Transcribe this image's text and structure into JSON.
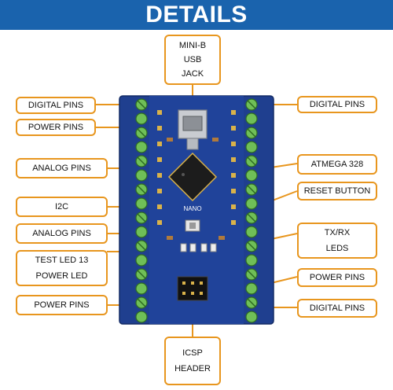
{
  "header": {
    "title": "DETAILS"
  },
  "colors": {
    "header_bg": "#1a63ad",
    "callout_border": "#e8961e",
    "board": "#1f3f8f",
    "terminal": "#4c9a3a"
  },
  "labels": {
    "mini_usb": [
      "MINI-B",
      "USB",
      "JACK"
    ],
    "digital_pins_left": "DIGITAL PINS",
    "power_pins_left_top": "POWER PINS",
    "analog_pins_left_top": "ANALOG PINS",
    "i2c": "I2C",
    "analog_pins_left_bottom": "ANALOG PINS",
    "test_led": [
      "TEST LED 13",
      "POWER LED"
    ],
    "power_pins_left_bottom": "POWER PINS",
    "icsp": [
      "ICSP",
      "HEADER"
    ],
    "digital_pins_right_top": "DIGITAL PINS",
    "atmega": "ATMEGA 328",
    "reset_button": "RESET BUTTON",
    "tx_rx": [
      "TX/RX",
      "LEDS"
    ],
    "power_pins_right": "POWER PINS",
    "digital_pins_right_bottom": "DIGITAL PINS"
  },
  "board": {
    "silkscreen": "NANO"
  }
}
